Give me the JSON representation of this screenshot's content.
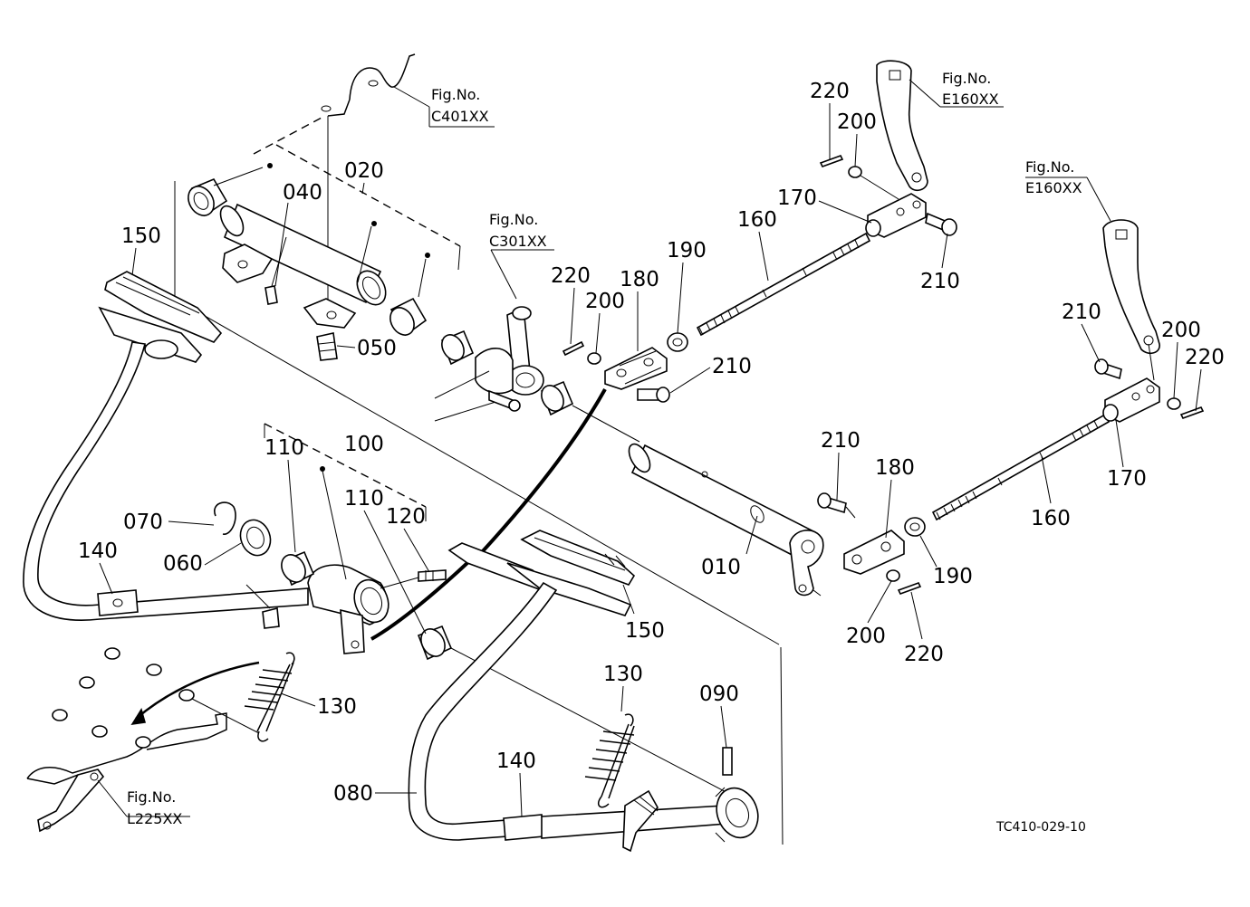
{
  "parts": {
    "p010": "010",
    "p020": "020",
    "p040": "040",
    "p050": "050",
    "p060": "060",
    "p070": "070",
    "p080": "080",
    "p090": "090",
    "p100": "100",
    "p110a": "110",
    "p110b": "110",
    "p120": "120",
    "p130a": "130",
    "p130b": "130",
    "p140a": "140",
    "p140b": "140",
    "p150a": "150",
    "p150b": "150",
    "p160a": "160",
    "p160b": "160",
    "p170a": "170",
    "p170b": "170",
    "p180a": "180",
    "p180b": "180",
    "p190a": "190",
    "p190b": "190",
    "p200a": "200",
    "p200b": "200",
    "p200c": "200",
    "p200d": "200",
    "p210a": "210",
    "p210b": "210",
    "p210c": "210",
    "p210d": "210",
    "p220a": "220",
    "p220b": "220",
    "p220c": "220",
    "p220d": "220"
  },
  "figrefs": {
    "c401": {
      "label": "Fig.No.",
      "code": "C401XX"
    },
    "c301": {
      "label": "Fig.No.",
      "code": "C301XX"
    },
    "e160a": {
      "label": "Fig.No.",
      "code": "E160XX"
    },
    "e160b": {
      "label": "Fig.No.",
      "code": "E160XX"
    },
    "l225": {
      "label": "Fig.No.",
      "code": "L225XX"
    }
  },
  "drawing_id": "TC410-029-10"
}
